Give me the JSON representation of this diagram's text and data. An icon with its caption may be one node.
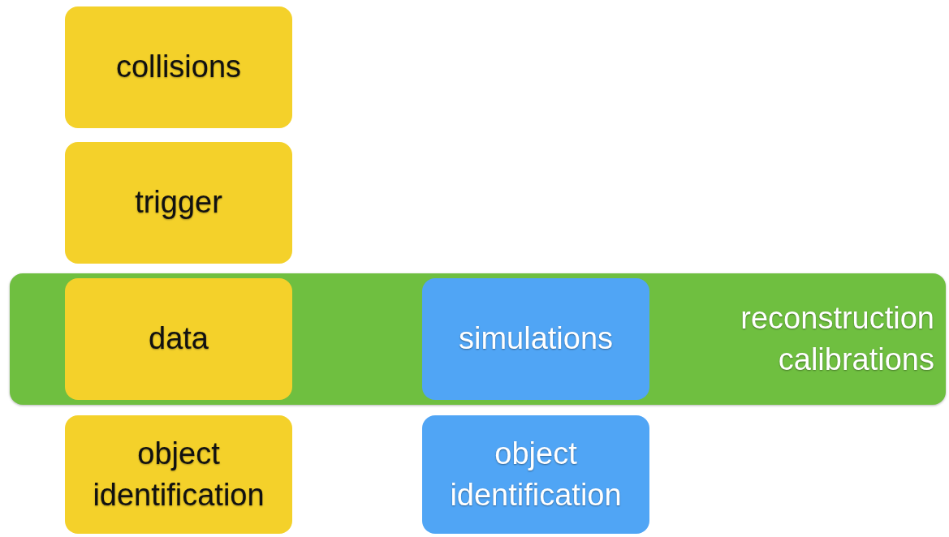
{
  "diagram": {
    "nodes": [
      {
        "text": [
          "collisions"
        ]
      },
      {
        "text": [
          "trigger"
        ]
      },
      {
        "text": [
          "reconstruction calibrations"
        ]
      },
      {
        "text": [
          "data"
        ],
        "in": 2
      },
      {
        "text": [
          "simulations"
        ],
        "in": 2
      },
      {
        "text": [
          "object identification"
        ]
      },
      {
        "text": [
          "object identification"
        ]
      }
    ]
  }
}
